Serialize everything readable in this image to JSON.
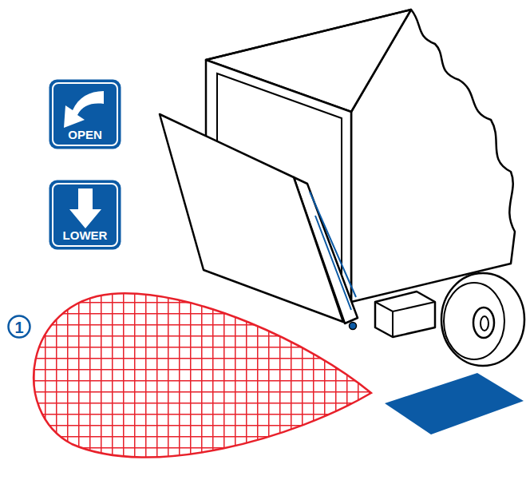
{
  "diagram": {
    "nodes": [
      {
        "text": [
          "OPEN"
        ]
      },
      {
        "text": [
          "LOWER"
        ]
      },
      {
        "text": [
          "1"
        ]
      }
    ]
  }
}
